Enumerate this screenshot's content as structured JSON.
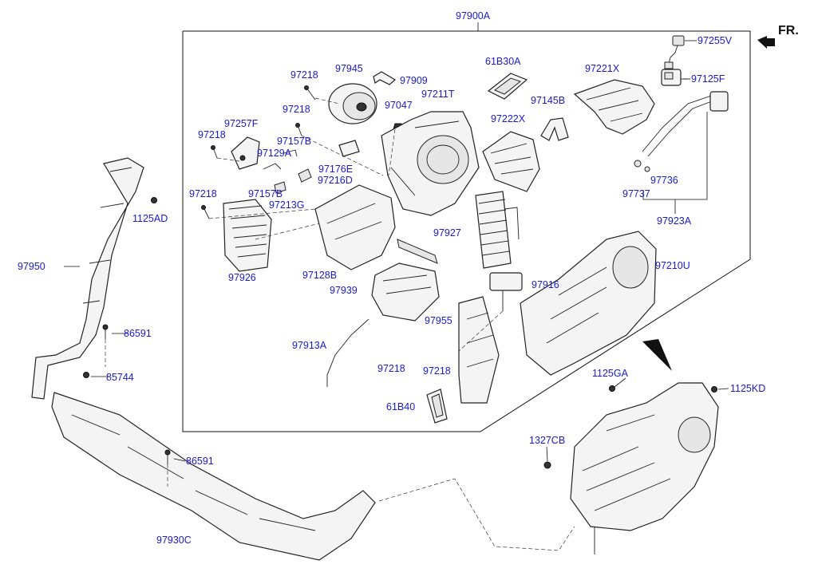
{
  "direction_marker": {
    "label": "FR.",
    "icon": "arrow-icon"
  },
  "assembly": {
    "main": "97900A"
  },
  "parts": {
    "p97255V": "97255V",
    "p97125F": "97125F",
    "p61B30A": "61B30A",
    "p97221X": "97221X",
    "p97218_a": "97218",
    "p97945": "97945",
    "p97909": "97909",
    "p97211T": "97211T",
    "p97218_b": "97218",
    "p97047": "97047",
    "p97145B": "97145B",
    "p97257F": "97257F",
    "p97222X": "97222X",
    "p97218_c": "97218",
    "p97157B_a": "97157B",
    "p97129A": "97129A",
    "p97176E": "97176E",
    "p97216D": "97216D",
    "p97157B_b": "97157B",
    "p97736": "97736",
    "p97737": "97737",
    "p97218_d": "97218",
    "p97213G": "97213G",
    "p1125AD": "1125AD",
    "p97923A": "97923A",
    "p97927": "97927",
    "p97950": "97950",
    "p97926": "97926",
    "p97128B": "97128B",
    "p97210U": "97210U",
    "p97916": "97916",
    "p97939": "97939",
    "p97955": "97955",
    "p86591_a": "86591",
    "p97913A": "97913A",
    "p97218_e": "97218",
    "p97218_f": "97218",
    "p85744": "85744",
    "p1125GA": "1125GA",
    "p1125KD": "1125KD",
    "p61B40": "61B40",
    "p1327CB": "1327CB",
    "p86591_b": "86591",
    "p97930C": "97930C"
  }
}
